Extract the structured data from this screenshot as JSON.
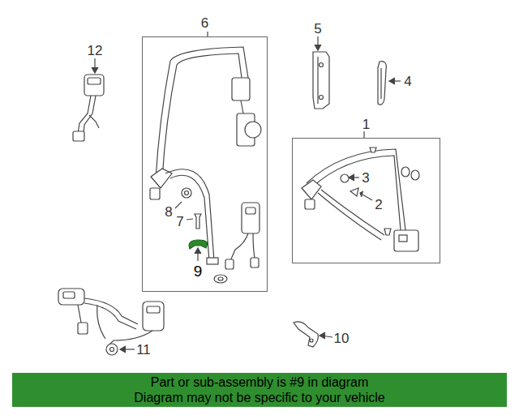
{
  "diagram": {
    "nodes": [
      {
        "text": [
          "6"
        ]
      },
      {
        "text": [
          "1"
        ]
      },
      {
        "text": [
          "Part or sub-assembly is #9 in diagram",
          "Diagram may not be specific to your vehicle"
        ]
      }
    ],
    "labels": [
      "12",
      "5",
      "4",
      "3",
      "2",
      "8",
      "7",
      "9",
      "11",
      "10"
    ]
  }
}
